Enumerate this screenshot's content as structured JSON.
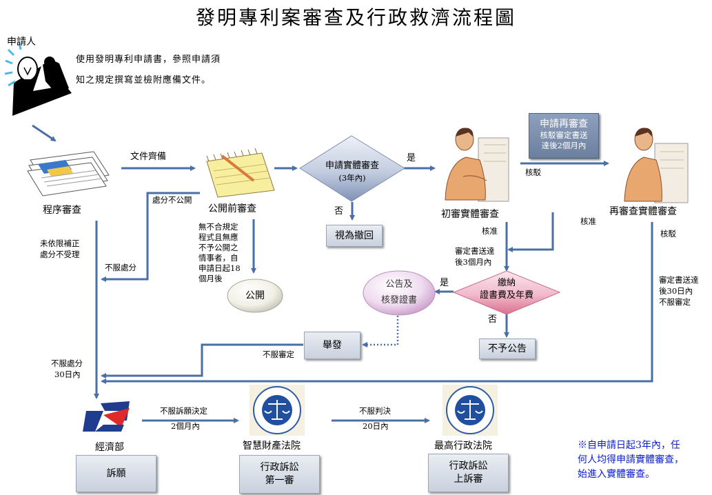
{
  "title": "發明專利案審查及行政救濟流程圖",
  "applicant": {
    "label": "申請人",
    "instruction_line1": "使用發明專利申請書，參照申請須",
    "instruction_line2": "知之規定撰寫並檢附應備文件。"
  },
  "nodes": {
    "formal_review": "程序審查",
    "pre_publication_review": "公開前審查",
    "request_substantive_exam_line1": "申請實體審查",
    "request_substantive_exam_line2": "(3年內)",
    "deemed_withdrawn": "視為撤回",
    "first_exam": "初審實體審查",
    "re_exam_request_title": "申請再審查",
    "re_exam_request_line2": "核駁審定書送",
    "re_exam_request_line3": "達後2個月內",
    "re_exam": "再審查實體審查",
    "publish": "公開",
    "announce_line1": "公告及",
    "announce_line2": "核發證書",
    "pay_fees_line1": "繳納",
    "pay_fees_line2": "證書費及年費",
    "no_announcement": "不予公告",
    "invalidation": "舉發",
    "ministry": "經濟部",
    "appeal": "訴願",
    "ip_court": "智慧財產法院",
    "admin_litigation_first_line1": "行政訴訟",
    "admin_litigation_first_line2": "第一審",
    "supreme_admin_court": "最高行政法院",
    "admin_litigation_appeal_line1": "行政訴訟",
    "admin_litigation_appeal_line2": "上訴審"
  },
  "edges": {
    "docs_complete": "文件齊備",
    "disposition_not_published": "處分不公開",
    "yes_to_first_exam": "是",
    "no_withdrawn": "否",
    "rejected_1": "核駁",
    "approved_1": "核准",
    "approved_2": "核准",
    "rejected_2": "核駁",
    "decision_delivered_1": "審定書送達",
    "decision_delivered_2": "後3個月內",
    "yes_announce": "是",
    "no_no_announce": "否",
    "not_corrected_1": "未依限補正",
    "not_corrected_2": "處分不受理",
    "disagree_disposition": "不服處分",
    "disagree_30days_1": "不服處分",
    "disagree_30days_2": "30日內",
    "disagree_decision": "不服審定",
    "reexam_delivered_1": "審定書送達",
    "reexam_delivered_2": "後30日內",
    "reexam_delivered_3": "不服審定",
    "appeal_decision_1": "不服訴願決定",
    "appeal_decision_2": "2個月內",
    "judgment_1": "不服判決",
    "judgment_2": "20日內"
  },
  "publication_conditions": [
    "無不合規定",
    "程式且無應",
    "不予公開之",
    "情事者，自",
    "申請日起18",
    "個月後"
  ],
  "footnote": [
    "※自申請日起3年內，任",
    "何人均得申請實體審查，",
    "始進入實體審查。"
  ],
  "colors": {
    "arrow": "#4a6fa5",
    "note_text": "#0a1ccf",
    "diamond_pink": "#e38fa8",
    "diamond_blue": "#8f9fbd",
    "announce_ellipse": "#e7c9e6"
  }
}
